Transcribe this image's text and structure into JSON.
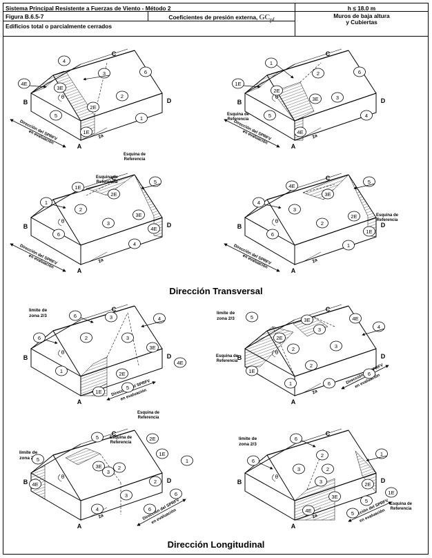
{
  "header": {
    "system": "Sistema Principal Resistente a  Fuerzas de Viento  - Método 2",
    "height_limit": "h ≤ 18.0  m",
    "figure": "Figura B.6.5-7",
    "coef_title": "Coeficientes de presión externa,",
    "coef_symbol": "GC",
    "coef_sub": "pf",
    "buildings": "Edificios  total o parcialmente cerrados",
    "applies_line1": "Muros de baja altura",
    "applies_line2": "y Cubiertas"
  },
  "labels": {
    "transversal": "Dirección Transversal",
    "longitudinal": "Dirección Longitudinal",
    "wind_dir_1": "Dirección del SPRFV",
    "wind_dir_2": "en evaluación",
    "ref_corner_1": "Esquina de",
    "ref_corner_2": "Referencia",
    "limit_1": "limite de",
    "limit_2": "zona 2/3",
    "two_a": "2a",
    "theta": "θ"
  },
  "corners": {
    "a": "A",
    "b": "B",
    "c": "C",
    "d": "D"
  },
  "zones": {
    "z1": "1",
    "z2": "2",
    "z3": "3",
    "z4": "4",
    "z5": "5",
    "z6": "6",
    "z1e": "1E",
    "z2e": "2E",
    "z3e": "3E",
    "z4e": "4E"
  }
}
